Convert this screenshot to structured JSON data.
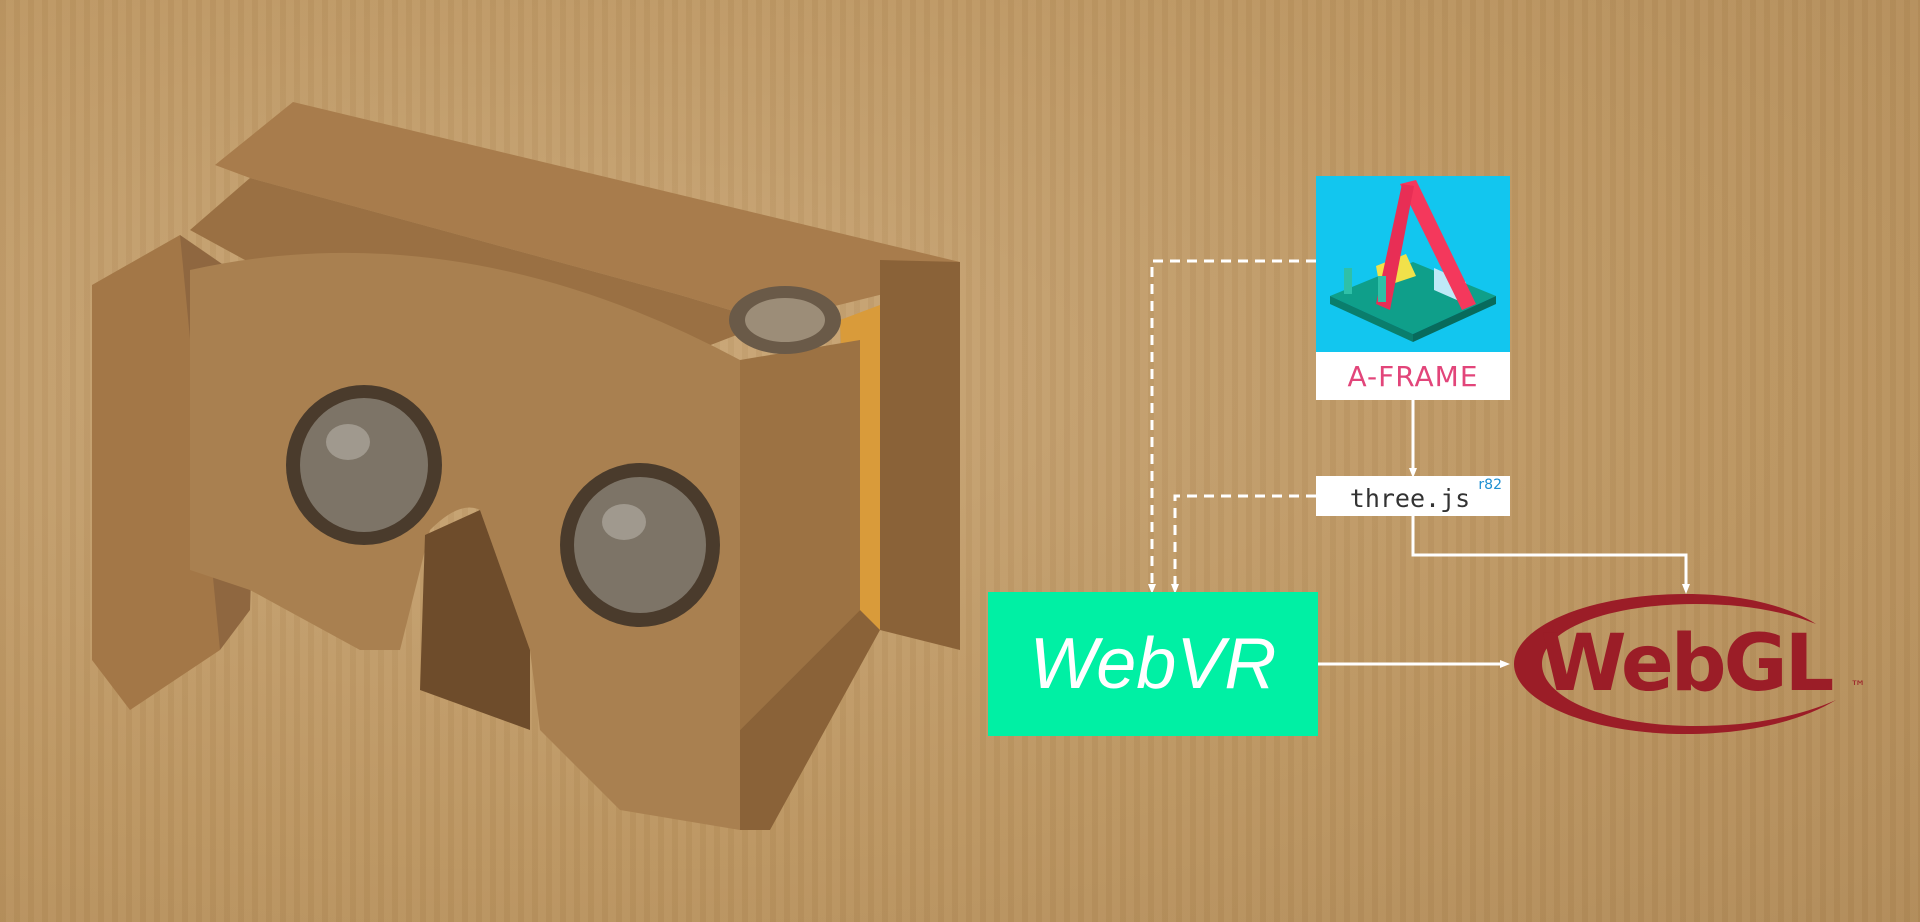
{
  "nodes": {
    "aframe": {
      "label": "A-FRAME",
      "label_color": "#e2457a",
      "art_bg": "#12c6ef"
    },
    "threejs": {
      "label": "three.js",
      "version": "r82",
      "version_color": "#1f8fd1"
    },
    "webvr": {
      "label": "WebVR",
      "bg": "#00f0a4"
    },
    "webgl": {
      "label": "WebGL",
      "trademark": "™",
      "color": "#9b1d27"
    }
  },
  "edges": [
    {
      "from": "A-FRAME",
      "to": "WebVR",
      "style": "dashed"
    },
    {
      "from": "A-FRAME",
      "to": "three.js",
      "style": "solid"
    },
    {
      "from": "three.js",
      "to": "WebVR",
      "style": "dashed"
    },
    {
      "from": "three.js",
      "to": "WebGL",
      "style": "solid"
    },
    {
      "from": "WebVR",
      "to": "WebGL",
      "style": "solid"
    }
  ],
  "illustration": {
    "subject": "cardboard-vr-viewer"
  },
  "colors": {
    "background": "#bf9a68",
    "connector": "#ffffff"
  }
}
